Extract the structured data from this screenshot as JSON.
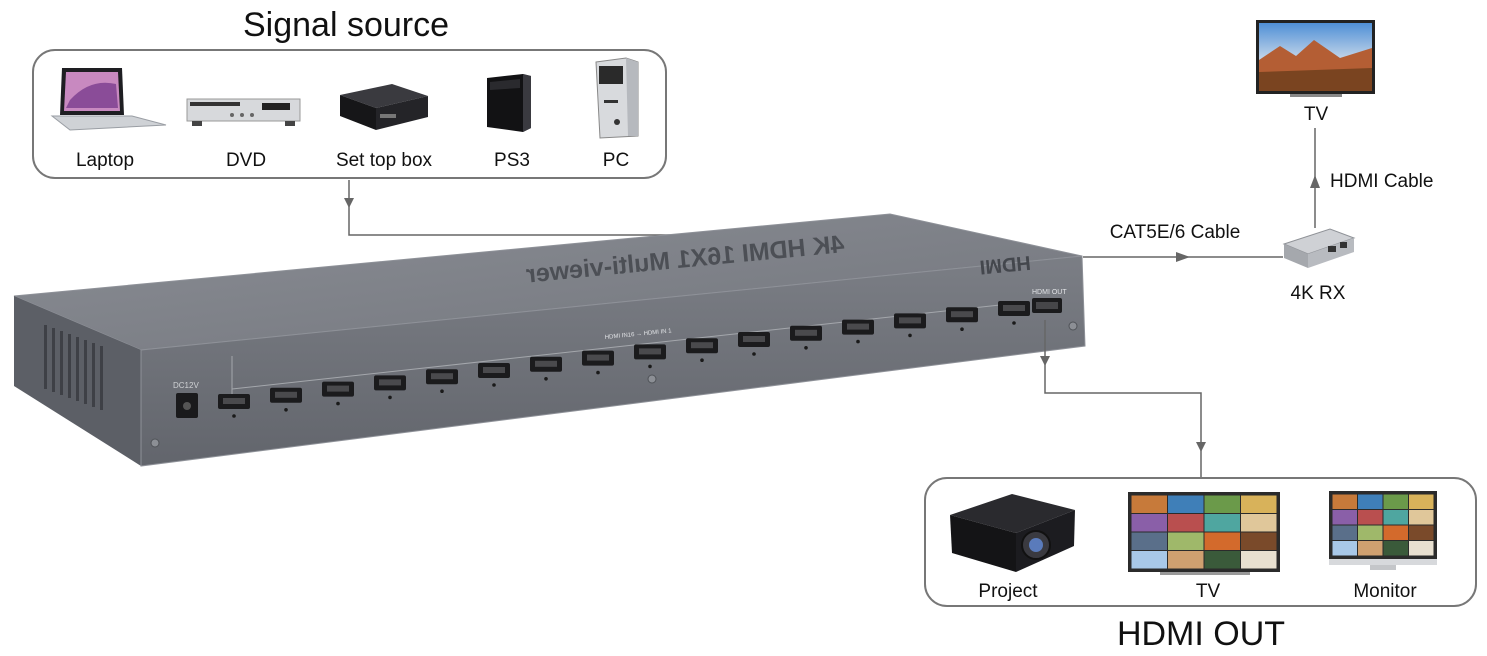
{
  "title_source": "Signal source",
  "title_output": "HDMI OUT",
  "sources": [
    {
      "label": "Laptop"
    },
    {
      "label": "DVD"
    },
    {
      "label": "Set top box"
    },
    {
      "label": "PS3"
    },
    {
      "label": "PC"
    }
  ],
  "outputs": [
    {
      "label": "Project"
    },
    {
      "label": "TV"
    },
    {
      "label": "Monitor"
    }
  ],
  "extender": {
    "tv_label": "TV",
    "hdmi_cable_label": "HDMI Cable",
    "cat_cable_label": "CAT5E/6 Cable",
    "rx_label": "4K RX"
  },
  "device": {
    "top_text": "4K HDMI 16X1 Multi-viewer",
    "power_label": "DC12V",
    "out_port_label": "HDMI OUT",
    "in_range_label": "HDMI IN16 → HDMI IN 1",
    "port_count": 16,
    "colors": {
      "top": "#7e8188",
      "front": "#6f7279",
      "edge": "#8e9198"
    }
  }
}
